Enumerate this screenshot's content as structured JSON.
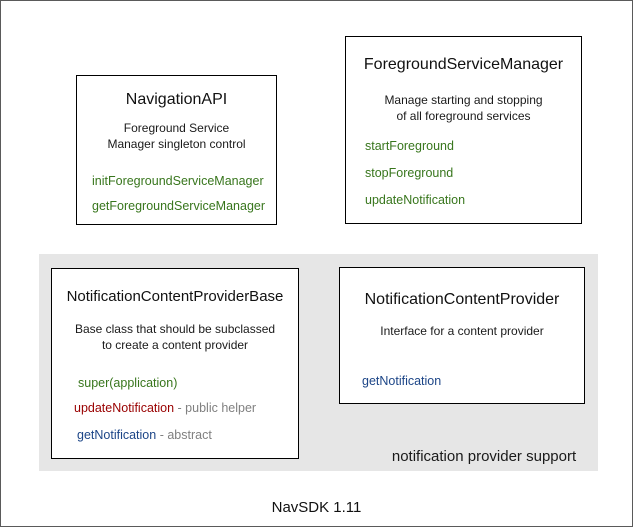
{
  "diagram": {
    "caption": "NavSDK 1.11",
    "panel_label": "notification provider support",
    "colors": {
      "green": "#38761d",
      "red": "#990000",
      "blue": "#1c4587",
      "suffix_gray": "#808080",
      "panel_bg": "#e6e6e6",
      "box_border": "#000000"
    },
    "boxes": [
      {
        "title": "NavigationAPI",
        "description_lines": [
          "Foreground Service",
          "Manager singleton control"
        ],
        "methods": [
          {
            "label": "initForegroundServiceManager",
            "suffix": "",
            "color": "green"
          },
          {
            "label": "getForegroundServiceManager",
            "suffix": "",
            "color": "green"
          }
        ]
      },
      {
        "title": "ForegroundServiceManager",
        "description_lines": [
          "Manage starting and stopping",
          "of all foreground services"
        ],
        "methods": [
          {
            "label": "startForeground",
            "suffix": "",
            "color": "green"
          },
          {
            "label": "stopForeground",
            "suffix": "",
            "color": "green"
          },
          {
            "label": "updateNotification",
            "suffix": "",
            "color": "green"
          }
        ]
      },
      {
        "title": "NotificationContentProviderBase",
        "description_lines": [
          "Base class that should be subclassed",
          "to create a content provider"
        ],
        "methods": [
          {
            "label": "super(application)",
            "suffix": "",
            "color": "green"
          },
          {
            "label": "updateNotification",
            "suffix": " - public helper",
            "color": "red"
          },
          {
            "label": "getNotification",
            "suffix": " - abstract",
            "color": "blue"
          }
        ]
      },
      {
        "title": "NotificationContentProvider",
        "description_lines": [
          "Interface for a content provider"
        ],
        "methods": [
          {
            "label": "getNotification",
            "suffix": "",
            "color": "blue"
          }
        ]
      }
    ]
  }
}
